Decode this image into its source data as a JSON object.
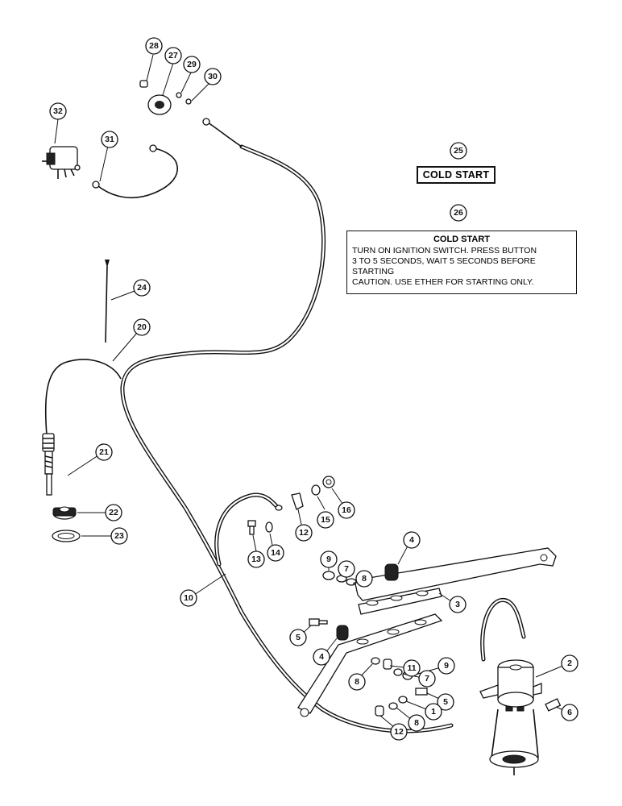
{
  "decal_small": {
    "text": "COLD START"
  },
  "decal_large": {
    "heading": "COLD START",
    "lines": [
      "TURN ON IGNITION SWITCH. PRESS BUTTON",
      "3 TO 5 SECONDS, WAIT 5 SECONDS BEFORE",
      "STARTING",
      "CAUTION.  USE ETHER FOR STARTING ONLY."
    ]
  },
  "callouts": {
    "c1": "1",
    "c2": "2",
    "c3": "3",
    "c4a": "4",
    "c4b": "4",
    "c5a": "5",
    "c5b": "5",
    "c6": "6",
    "c7a": "7",
    "c7b": "7",
    "c8a": "8",
    "c8b": "8",
    "c8c": "8",
    "c9a": "9",
    "c9b": "9",
    "c10": "10",
    "c11": "11",
    "c12a": "12",
    "c12b": "12",
    "c13": "13",
    "c14": "14",
    "c15": "15",
    "c16": "16",
    "c20": "20",
    "c21": "21",
    "c22": "22",
    "c23": "23",
    "c24": "24",
    "c25": "25",
    "c26": "26",
    "c27": "27",
    "c28": "28",
    "c29": "29",
    "c30": "30",
    "c31": "31",
    "c32": "32"
  }
}
